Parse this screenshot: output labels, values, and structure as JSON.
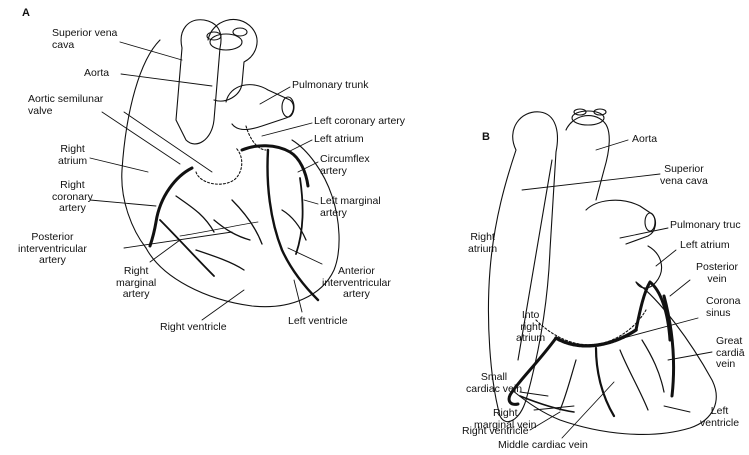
{
  "panel_a": {
    "letter": "A",
    "labels": {
      "superior_vena_cava": "Superior vena\ncava",
      "aorta": "Aorta",
      "aortic_semilunar_valve": "Aortic semilunar\nvalve",
      "pulmonary_trunk": "Pulmonary trunk",
      "left_coronary_artery": "Left coronary artery",
      "left_atrium": "Left atrium",
      "right_atrium": "Right\natrium",
      "circumflex_artery": "Circumflex\nartery",
      "right_coronary_artery": "Right\ncoronary\nartery",
      "left_marginal_artery": "Left marginal\nartery",
      "posterior_interventricular_artery": "Posterior\ninterventricular\nartery",
      "right_marginal_artery": "Right\nmarginal\nartery",
      "anterior_interventricular_artery": "Anterior\ninterventricular\nartery",
      "right_ventricle": "Right ventricle",
      "left_ventricle": "Left ventricle"
    }
  },
  "panel_b": {
    "letter": "B",
    "labels": {
      "aorta": "Aorta",
      "superior_vena_cava": "Superior\nvena cava",
      "pulmonary_trunk": "Pulmonary truc",
      "left_atrium": "Left atrium",
      "right_atrium": "Right\natrium",
      "posterior_vein": "Posterior\nvein",
      "coronary_sinus": "Corona\nsinus",
      "into_right_atrium": "Into\nright\natrium",
      "great_cardiac_vein": "Great\ncardiā\nvein",
      "small_cardiac_vein": "Small\ncardiac vein",
      "right_marginal_vein": "Right\nmarginal vein",
      "left_ventricle": "Left\nventricle",
      "right_ventricle": "Right ventricle",
      "middle_cardiac_vein": "Middle cardiac vein"
    }
  },
  "colors": {
    "ink": "#111111",
    "background": "#ffffff"
  }
}
